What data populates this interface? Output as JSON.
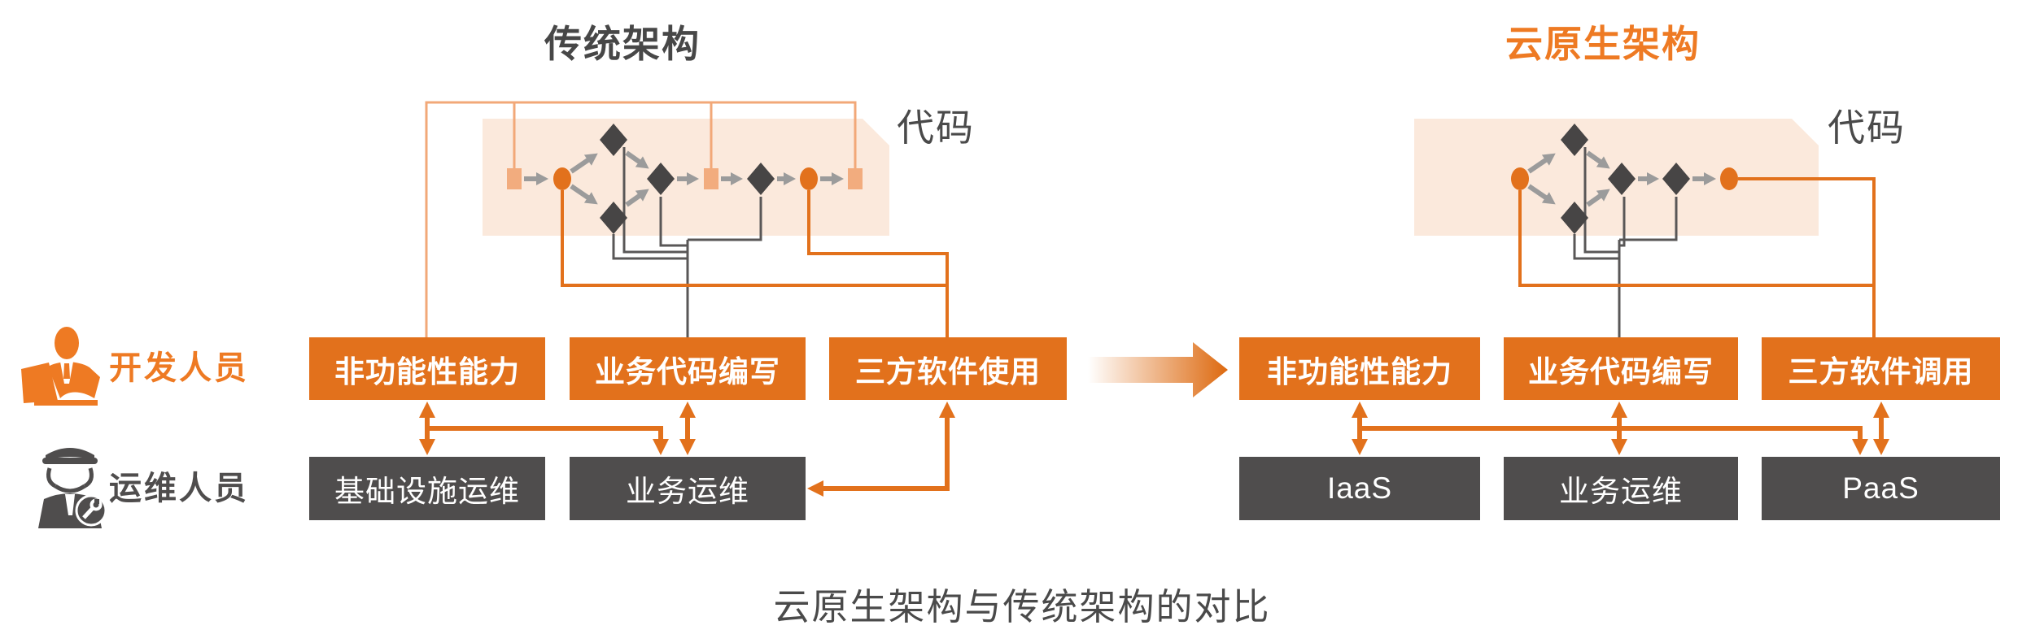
{
  "caption": "云原生架构与传统架构的对比",
  "colors": {
    "orange": "#E2711C",
    "orange_bright": "#EE7A23",
    "orange_light_node": "#F2AC7E",
    "orange_thin_line": "#F2A878",
    "peach_panel": "#FBE9DC",
    "dark_box": "#4F4D4D",
    "title_gray": "#474747",
    "flow_arrow_gray": "#9B9B9B",
    "thin_line_dark": "#595757"
  },
  "roles": {
    "developer": "开发人员",
    "operations": "运维人员"
  },
  "left": {
    "title": "传统架构",
    "code_label": "代码",
    "dev_boxes": [
      "非功能性能力",
      "业务代码编写",
      "三方软件使用"
    ],
    "ops_boxes": [
      "基础设施运维",
      "业务运维"
    ]
  },
  "right": {
    "title": "云原生架构",
    "code_label": "代码",
    "dev_boxes": [
      "非功能性能力",
      "业务代码编写",
      "三方软件调用"
    ],
    "ops_boxes": [
      "IaaS",
      "业务运维",
      "PaaS"
    ]
  },
  "icons": {
    "developer": "developer-at-laptop-icon",
    "operations": "operator-wrench-icon"
  }
}
